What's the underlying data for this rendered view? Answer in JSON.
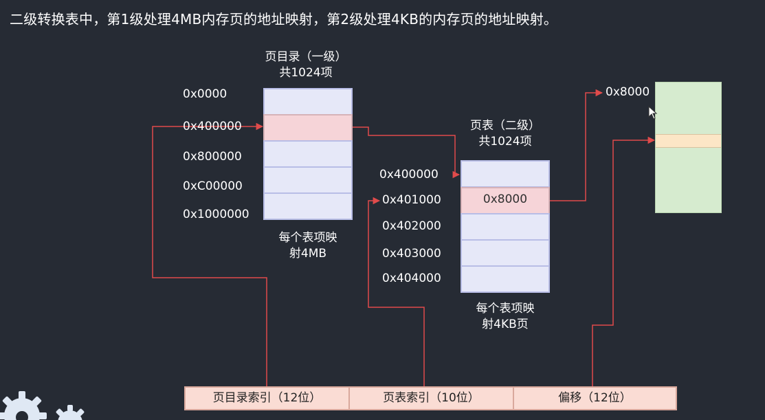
{
  "title": "二级转换表中，第1级处理4MB内存页的地址映射，第2级处理4KB的内存页的地址映射。",
  "page_directory": {
    "caption_line1": "页目录（一级）",
    "caption_line2": "共1024项",
    "addresses": [
      "0x0000",
      "0x400000",
      "0x800000",
      "0xC00000",
      "0x1000000"
    ],
    "note_line1": "每个表项映",
    "note_line2": "射4MB"
  },
  "page_table": {
    "caption_line1": "页表（二级）",
    "caption_line2": "共1024项",
    "addresses": [
      "0x400000",
      "0x401000",
      "0x402000",
      "0x403000",
      "0x404000"
    ],
    "entry_value": "0x8000",
    "note_line1": "每个表项映",
    "note_line2": "射4KB页"
  },
  "physical_memory": {
    "start_label": "0x8000"
  },
  "address_bar": {
    "fields": [
      "页目录索引（12位）",
      "页表索引（10位）",
      "偏移（12位）"
    ]
  },
  "colors": {
    "background": "#262b34",
    "arrow": "#e04b4b",
    "table_cell": "#e6e8f8",
    "highlight_cell": "#f6d4d8",
    "memory": "#d6ebcf",
    "bar": "#fadcd4"
  }
}
